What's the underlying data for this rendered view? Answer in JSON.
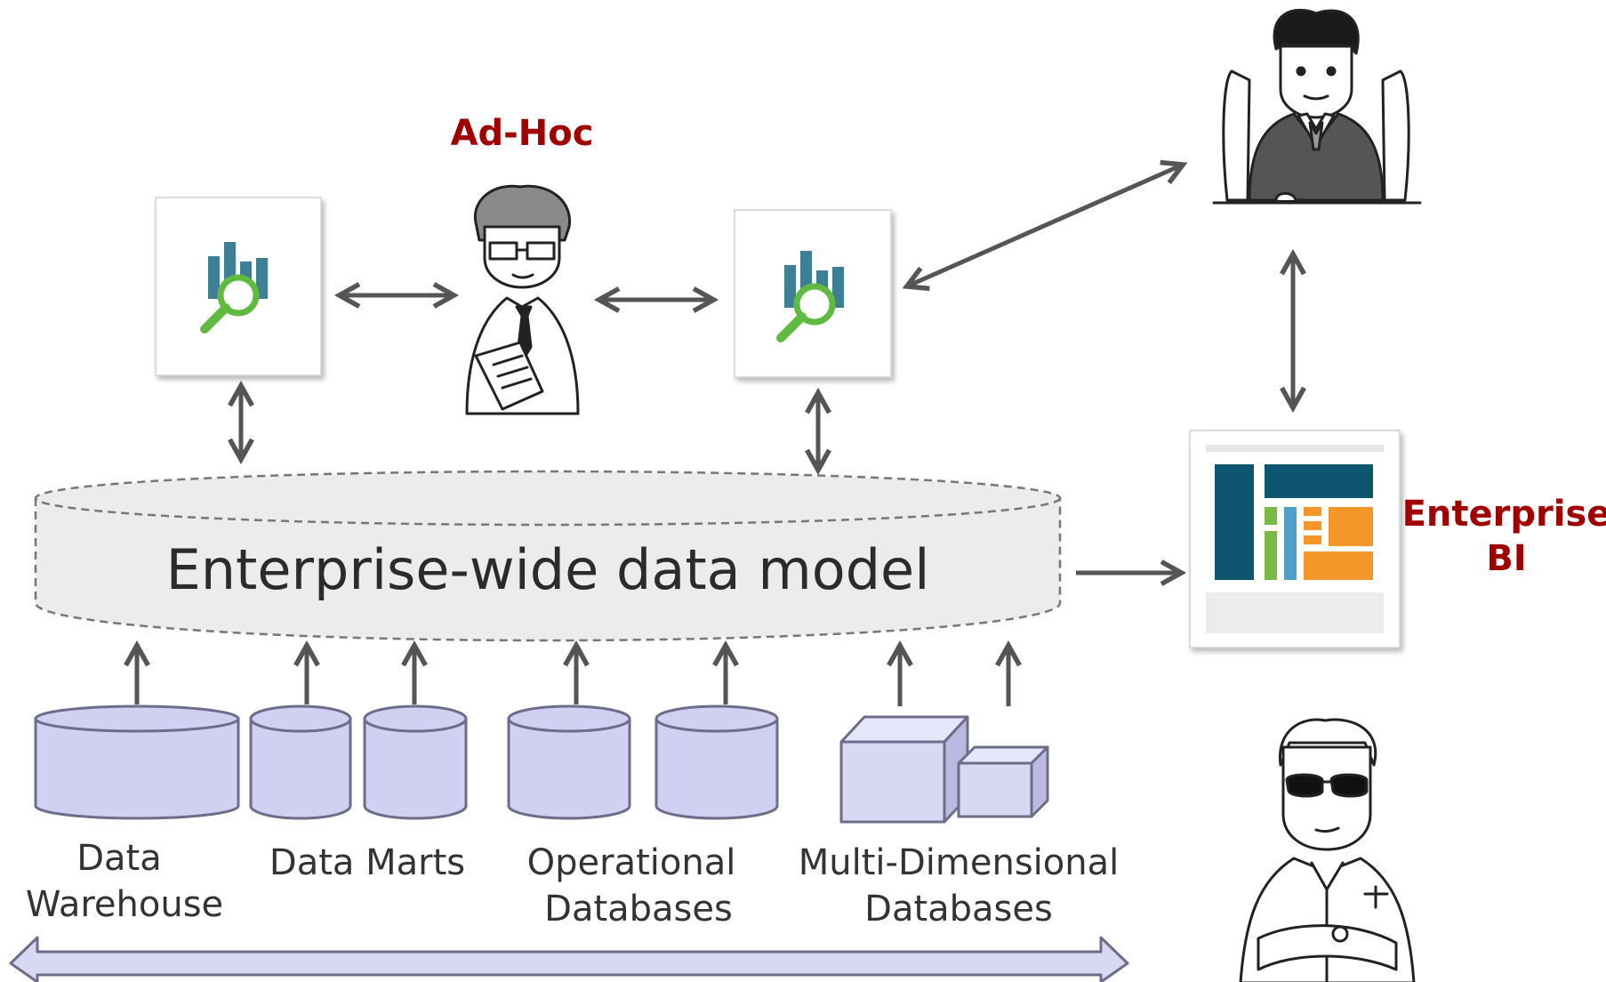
{
  "labels": {
    "adhoc": "Ad-Hoc",
    "enterprise_bi_line1": "Enterprise",
    "enterprise_bi_line2": "BI",
    "data_model": "Enterprise-wide data model"
  },
  "sources": [
    {
      "line1": "Data",
      "line2": "Warehouse"
    },
    {
      "line1": "Data Marts",
      "line2": ""
    },
    {
      "line1": "Operational",
      "line2": "Databases"
    },
    {
      "line1": "Multi-Dimensional",
      "line2": "Databases"
    }
  ],
  "colors": {
    "label_red": "#a00000",
    "db_fill": "#cfd0f2",
    "db_stroke": "#6d6d8a",
    "model_fill": "#ececec",
    "analytics_teal": "#3f7f96",
    "analytics_green": "#5fbb3f",
    "dash_navy": "#0e5570",
    "dash_green": "#7cb944",
    "dash_blue": "#4fa0c8",
    "dash_orange": "#f5962a"
  },
  "icons": {
    "analytics": "analytics-magnifier-icon",
    "dashboard": "dashboard-icon",
    "adhoc_person": "analyst-person-icon",
    "executive": "executive-person-icon",
    "admin": "admin-person-icon"
  }
}
